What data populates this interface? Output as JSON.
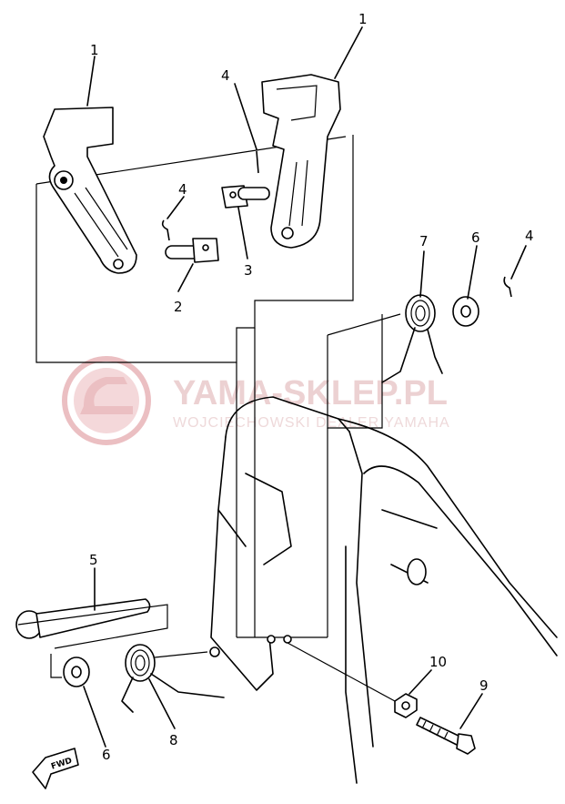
{
  "callouts": {
    "c1a": "1",
    "c1b": "1",
    "c2": "2",
    "c3": "3",
    "c4a": "4",
    "c4b": "4",
    "c4c": "4",
    "c5": "5",
    "c6a": "6",
    "c6b": "6",
    "c7": "7",
    "c8": "8",
    "c9": "9",
    "c10": "10"
  },
  "watermark": {
    "title": "YAMA-SKLEP.PL",
    "subtitle": "WOJCIECHOWSKI DEALER YAMAHA",
    "color": "#e8b4b8"
  },
  "fwd_arrow": {
    "label": "FWD"
  }
}
